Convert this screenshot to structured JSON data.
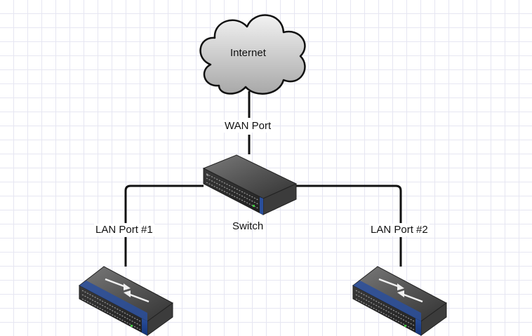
{
  "nodes": {
    "internet": {
      "label": "Internet",
      "icon": "cloud-icon"
    },
    "switch": {
      "label": "Switch",
      "icon": "switch-icon"
    },
    "device_left": {
      "label": "",
      "icon": "router-icon"
    },
    "device_right": {
      "label": "",
      "icon": "router-icon"
    }
  },
  "connections": {
    "wan": {
      "label": "WAN Port",
      "from": "Internet",
      "to": "Switch"
    },
    "lan1": {
      "label": "LAN Port #1",
      "from": "Switch",
      "to": "left device"
    },
    "lan2": {
      "label": "LAN Port #2",
      "from": "Switch",
      "to": "right device"
    }
  },
  "colors": {
    "grid": "#e6e6f2",
    "background": "#ffffff",
    "line": "#111111",
    "device_accent": "#2a4f9c",
    "device_body": "#4a4a4a",
    "cloud_fill": "#d4d4d4"
  }
}
